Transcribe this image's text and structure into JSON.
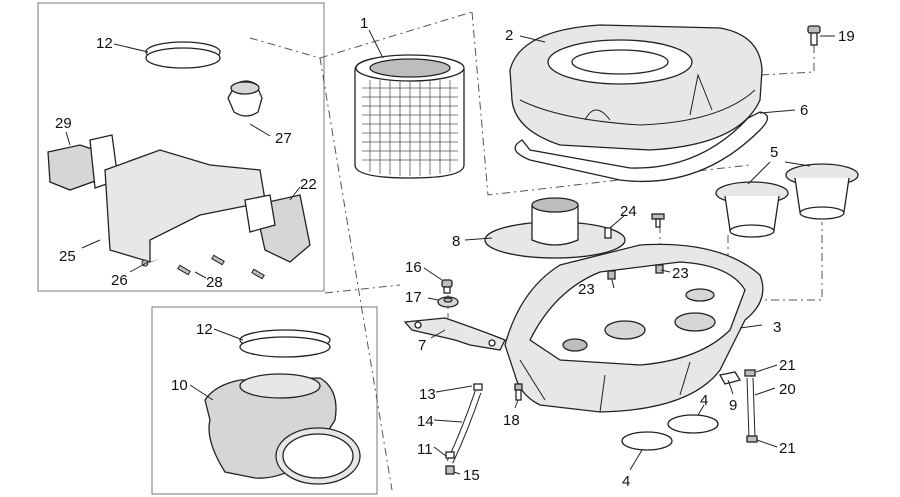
{
  "callouts": {
    "c1": "1",
    "c2": "2",
    "c3": "3",
    "c4a": "4",
    "c4b": "4",
    "c5": "5",
    "c6": "6",
    "c7": "7",
    "c8": "8",
    "c9": "9",
    "c10": "10",
    "c11": "11",
    "c12a": "12",
    "c12b": "12",
    "c13": "13",
    "c14": "14",
    "c15": "15",
    "c16": "16",
    "c17": "17",
    "c18": "18",
    "c19": "19",
    "c20": "20",
    "c21a": "21",
    "c21b": "21",
    "c22": "22",
    "c23a": "23",
    "c23b": "23",
    "c24": "24",
    "c25": "25",
    "c26": "26",
    "c27": "27",
    "c28": "28",
    "c29": "29"
  },
  "colors": {
    "line": "#222222",
    "part_fill": "#d6d6d6",
    "part_fill_light": "#e7e7e7",
    "background": "#ffffff"
  }
}
